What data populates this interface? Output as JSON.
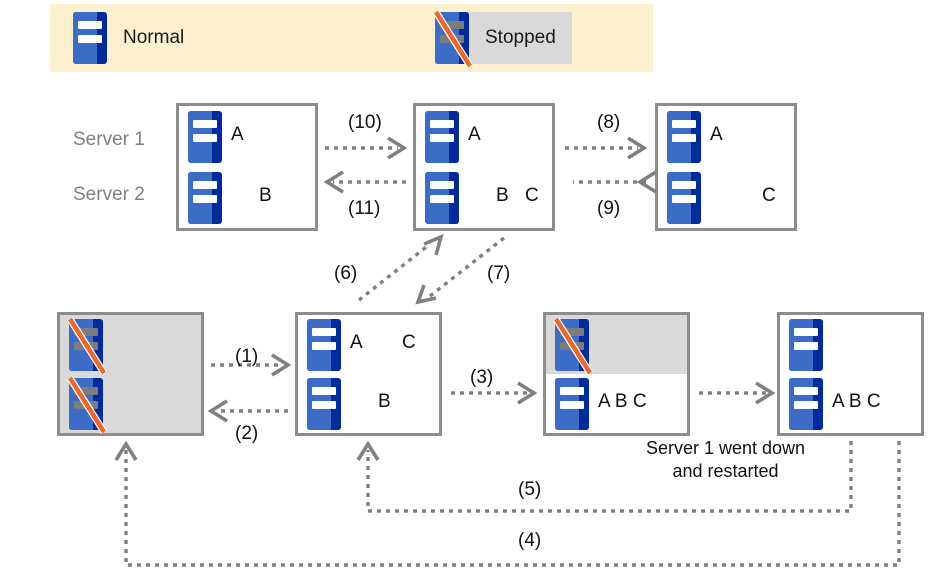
{
  "legend": {
    "items": [
      {
        "icon": "server-icon",
        "label": "Normal",
        "state": "normal"
      },
      {
        "icon": "server-stopped-icon",
        "label": "Stopped",
        "state": "stopped"
      }
    ],
    "background_color": "#fdf0cf",
    "stopped_background_color": "#d9d9d9"
  },
  "side_labels": [
    {
      "label": "Server 1"
    },
    {
      "label": "Server 2"
    }
  ],
  "colors": {
    "server_blue": "#3a6cc8",
    "server_dark_blue": "#002b9e",
    "slash_orange": "#f26522",
    "box_border": "#8c8c8c",
    "shaded": "#d9d9d9",
    "label_gray": "#808080",
    "arrow_gray": "#808080"
  },
  "states": [
    {
      "id": "state-top-1",
      "rows": [
        {
          "server": "Server 1",
          "state": "normal",
          "resources": [
            "A"
          ]
        },
        {
          "server": "Server 2",
          "state": "normal",
          "resources": [
            "B"
          ]
        }
      ]
    },
    {
      "id": "state-top-2",
      "rows": [
        {
          "server": "Server 1",
          "state": "normal",
          "resources": [
            "A"
          ]
        },
        {
          "server": "Server 2",
          "state": "normal",
          "resources": [
            "B",
            "C"
          ]
        }
      ]
    },
    {
      "id": "state-top-3",
      "rows": [
        {
          "server": "Server 1",
          "state": "normal",
          "resources": [
            "A"
          ]
        },
        {
          "server": "Server 2",
          "state": "normal",
          "resources": [
            "C"
          ]
        }
      ]
    },
    {
      "id": "state-bottom-1",
      "rows": [
        {
          "server": "Server 1",
          "state": "stopped",
          "resources": []
        },
        {
          "server": "Server 2",
          "state": "stopped",
          "resources": []
        }
      ]
    },
    {
      "id": "state-bottom-2",
      "rows": [
        {
          "server": "Server 1",
          "state": "normal",
          "resources": [
            "A",
            "C"
          ]
        },
        {
          "server": "Server 2",
          "state": "normal",
          "resources": [
            "B"
          ]
        }
      ]
    },
    {
      "id": "state-bottom-3",
      "rows": [
        {
          "server": "Server 1",
          "state": "stopped",
          "resources": []
        },
        {
          "server": "Server 2",
          "state": "normal",
          "resources": [
            "A",
            "B",
            "C"
          ]
        }
      ]
    },
    {
      "id": "state-bottom-4",
      "rows": [
        {
          "server": "Server 1",
          "state": "normal",
          "resources": []
        },
        {
          "server": "Server 2",
          "state": "normal",
          "resources": [
            "A",
            "B",
            "C"
          ]
        }
      ]
    }
  ],
  "resource_cells": {
    "top1_r1": "A",
    "top1_r2": "B",
    "top2_r1": "A",
    "top2_r2a": "B",
    "top2_r2b": "C",
    "top3_r1": "A",
    "top3_r2": "C",
    "bot2_r1a": "A",
    "bot2_r1b": "C",
    "bot2_r2": "B",
    "bot3_r2": "A  B  C",
    "bot4_r2": "A  B  C"
  },
  "transitions": [
    {
      "id": "t1",
      "label": "(1)"
    },
    {
      "id": "t2",
      "label": "(2)"
    },
    {
      "id": "t3",
      "label": "(3)"
    },
    {
      "id": "t4",
      "label": "(4)"
    },
    {
      "id": "t5",
      "label": "(5)"
    },
    {
      "id": "t6",
      "label": "(6)"
    },
    {
      "id": "t7",
      "label": "(7)"
    },
    {
      "id": "t8",
      "label": "(8)"
    },
    {
      "id": "t9",
      "label": "(9)"
    },
    {
      "id": "t10",
      "label": "(10)"
    },
    {
      "id": "t11",
      "label": "(11)"
    }
  ],
  "captions": [
    {
      "id": "restart-note",
      "text": "Server 1 went down\nand restarted"
    }
  ]
}
